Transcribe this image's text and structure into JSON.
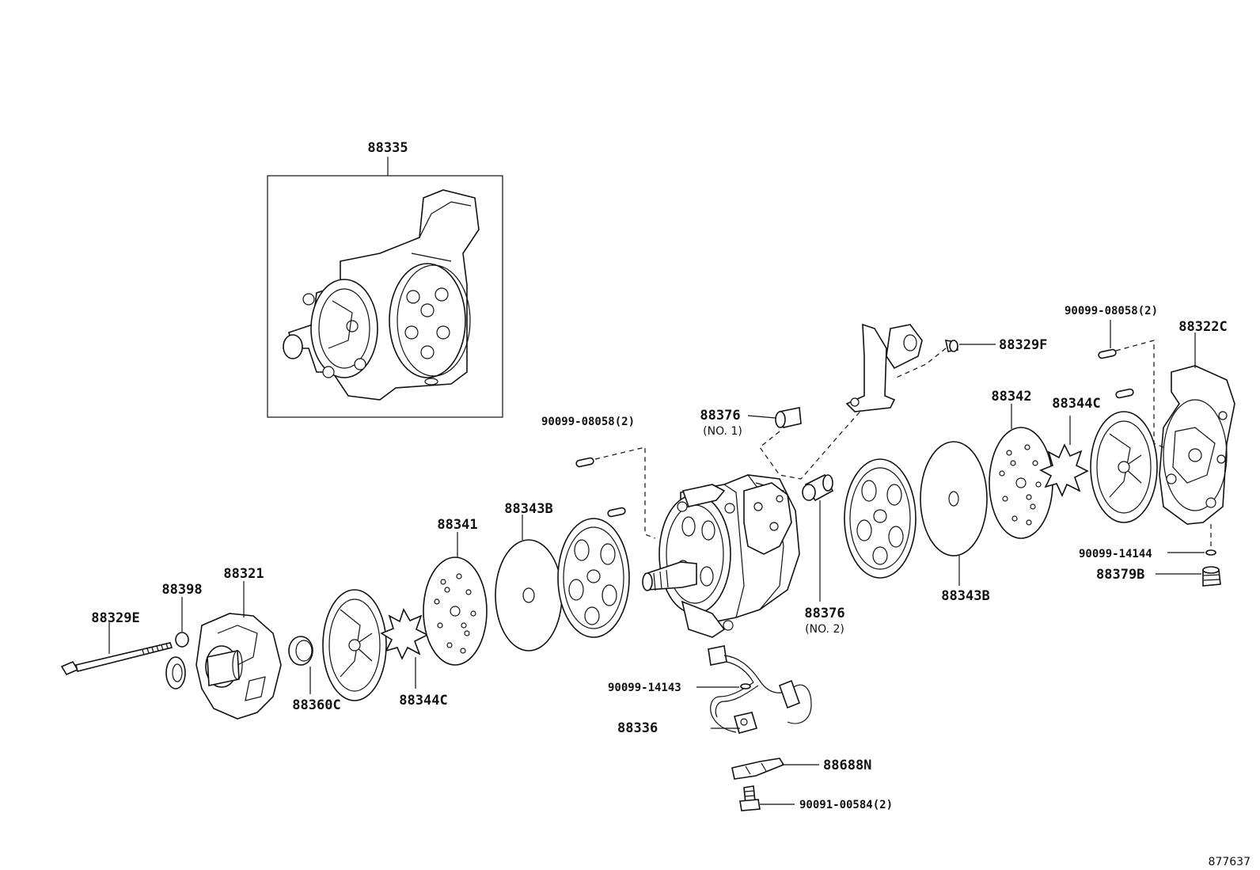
{
  "diagram": {
    "ref_number": "877637",
    "labels": {
      "p88335": "88335",
      "p90099_08058_a": "90099-08058(2)",
      "p90099_08058_b": "90099-08058(2)",
      "p88376_no1": "88376",
      "p88376_no1_sub": "(NO. 1)",
      "p88376_no2": "88376",
      "p88376_no2_sub": "(NO. 2)",
      "p88329F": "88329F",
      "p88322C": "88322C",
      "p88342": "88342",
      "p88344C_r": "88344C",
      "p88344C_l": "88344C",
      "p88343B_l": "88343B",
      "p88343B_r": "88343B",
      "p88341": "88341",
      "p88321": "88321",
      "p88398": "88398",
      "p88329E": "88329E",
      "p88360C": "88360C",
      "p90099_14144": "90099-14144",
      "p88379B": "88379B",
      "p90099_14143": "90099-14143",
      "p88336": "88336",
      "p88688N": "88688N",
      "p90091_00584": "90091-00584(2)"
    }
  }
}
